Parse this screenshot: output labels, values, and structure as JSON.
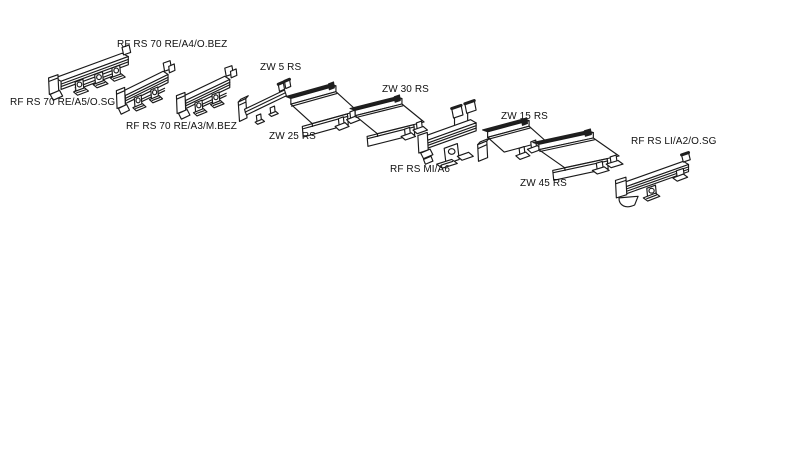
{
  "page": {
    "background_color": "#ffffff",
    "ink_color": "#1a1a1a",
    "description": "Technical catalog diagram of isometric line drawings: roller rail modules (RF RS) and cross members (ZW) arranged diagonally from top-left to bottom-right on a white background"
  },
  "diagram": {
    "items": [
      {
        "id": "rf-rs-70-re-a5-o-sg",
        "label": "RF RS 70 RE/A5/O.SG",
        "type": "roller-rail-module"
      },
      {
        "id": "rf-rs-70-re-a4-o-bez",
        "label": "RF RS 70 RE/A4/O.BEZ",
        "type": "roller-rail-module"
      },
      {
        "id": "rf-rs-70-re-a3-m-bez",
        "label": "RF RS 70 RE/A3/M.BEZ",
        "type": "roller-rail-module"
      },
      {
        "id": "zw-5-rs",
        "label": "ZW 5 RS",
        "type": "cross-member"
      },
      {
        "id": "zw-25-rs",
        "label": "ZW 25 RS",
        "type": "cross-member-tray"
      },
      {
        "id": "zw-30-rs",
        "label": "ZW 30 RS",
        "type": "cross-member-tray"
      },
      {
        "id": "rf-rs-mi-a6",
        "label": "RF RS MI/A6",
        "type": "roller-rail-module"
      },
      {
        "id": "zw-15-rs",
        "label": "ZW 15 RS",
        "type": "cross-member-tray"
      },
      {
        "id": "zw-45-rs",
        "label": "ZW 45 RS",
        "type": "cross-member-tray"
      },
      {
        "id": "rf-rs-li-a2-o-sg",
        "label": "RF RS LI/A2/O.SG",
        "type": "roller-rail-module"
      }
    ]
  }
}
